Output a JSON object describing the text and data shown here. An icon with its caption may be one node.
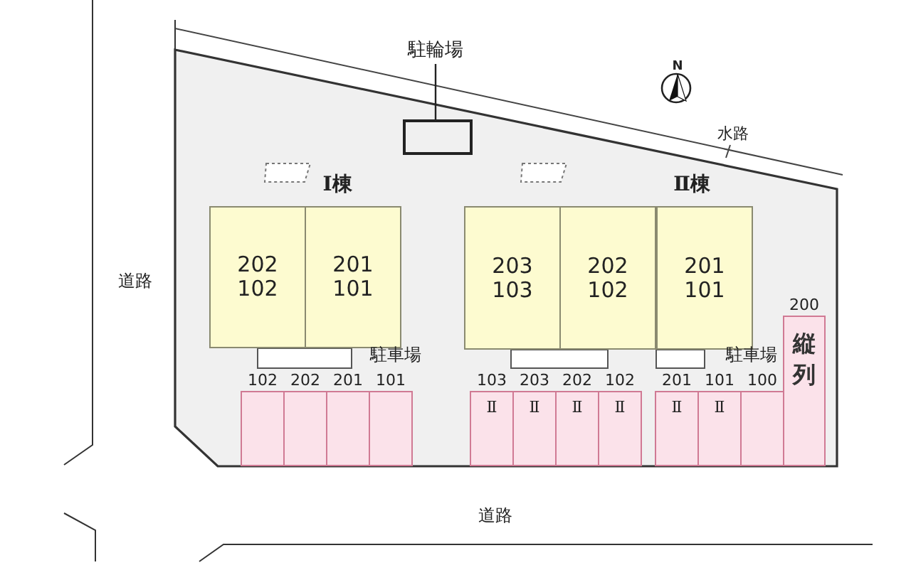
{
  "diagram": {
    "nodes": [
      {
        "text": [
          "駐輪場"
        ]
      },
      {
        "text": [],
        "shape": "box"
      },
      {
        "text": [
          "Ⅰ棟"
        ]
      },
      {
        "text": [
          "202 102"
        ],
        "in": 2
      },
      {
        "text": [
          "201 101"
        ],
        "in": 2
      },
      {
        "text": [
          "Ⅱ棟"
        ]
      },
      {
        "text": [
          "203 103"
        ],
        "in": 5
      },
      {
        "text": [
          "202 102"
        ],
        "in": 5
      },
      {
        "text": [
          "201 101"
        ],
        "in": 5
      },
      {
        "text": [
          "102"
        ]
      },
      {
        "text": [
          "202"
        ]
      },
      {
        "text": [
          "201"
        ]
      },
      {
        "text": [
          "101"
        ]
      },
      {
        "text": [
          "103",
          "Ⅱ"
        ]
      },
      {
        "text": [
          "203",
          "Ⅱ"
        ]
      },
      {
        "text": [
          "202",
          "Ⅱ"
        ]
      },
      {
        "text": [
          "102",
          "Ⅱ"
        ]
      },
      {
        "text": [
          "201",
          "Ⅱ"
        ]
      },
      {
        "text": [
          "101",
          "Ⅱ"
        ]
      },
      {
        "text": [
          "100"
        ]
      },
      {
        "text": [
          "200",
          "縦列"
        ]
      }
    ],
    "edges": [
      {
        "from": 0,
        "to": 1,
        "arrow": "none"
      }
    ],
    "labels": [
      "N",
      "水路",
      "道路",
      "駐車場",
      "駐車場",
      "道路"
    ]
  }
}
